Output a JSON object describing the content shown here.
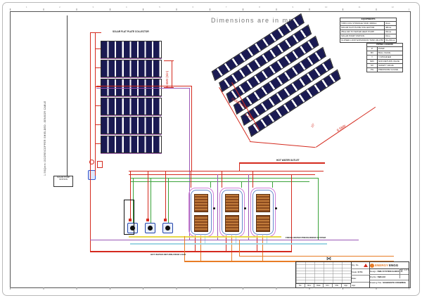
{
  "page": {
    "note": "Dimensions  are  in  mm."
  },
  "frame": {
    "grid_numbers": [
      "1",
      "2",
      "3",
      "4",
      "5",
      "6",
      "7",
      "8",
      "9",
      "10",
      "11",
      "12"
    ]
  },
  "cable_label": "1.5SQmm /2CORE/COPPER SHIELDED -SENSOR CABLE",
  "collector_label": "SOLAR FLAT PLATE COLLECTOR",
  "pump_station_label": "SOLAR PUMP STATION",
  "dimensions": {
    "left_gap": "0.6Mtr (min)",
    "iso_gap": "0.6Mtr(min)",
    "iso_row": "1.3Mtr",
    "iso_angle": "15°",
    "iso_width": "8.5Mtr"
  },
  "labels": {
    "hot_water_outlet": "HOT WATER OUTLET",
    "fresh_water": "FRESH WATER PRESSURIZED SYSTEM",
    "hot_water_return": "HOT WATER RETURN-FROM LOAD"
  },
  "equipment_table": {
    "title": "EQUIPMENTS",
    "rows": [
      [
        "TWIN COIL STORAGE TANK 3000Ltr.",
        "3nos."
      ],
      [
        "SOLAR FLAT PLATE COLLECTOR",
        "48nos."
      ],
      [
        "25kw AIR TO WATER HEAT PUMP",
        "03nos."
      ],
      [
        "SOLAR PUMP STATION",
        "01no."
      ],
      [
        "CLOSED LOOP EXPANSION TANK 24Ltr/50",
        "03+03nos."
      ]
    ]
  },
  "legend_table": {
    "title": "PIPING  LEGEND",
    "rows": [
      [
        "P",
        "PUMP"
      ],
      [
        "BV",
        "BALL VALVE"
      ],
      [
        "Y",
        "Y-STRAINER"
      ],
      [
        "NRV",
        "NON RETURN VALVE"
      ],
      [
        "SV",
        "SAFETY VALVE"
      ],
      [
        "PG",
        "PRESSURE GUAGE"
      ]
    ]
  },
  "title_block": {
    "company_orange": "ENERGY",
    "company_dark": "ENGG",
    "design_label": "Design:",
    "design_value": "SWH SYSTEM 3x3000 Ltr.",
    "drg_label": "Drg No:",
    "drg_value": "SWH-03",
    "title_label": "Drawing Title:",
    "title_value": "SCHEMATIC DRAWING",
    "qty_label": "Qty. No.",
    "scale_label": "Scale:",
    "scale_value": "N.T.S",
    "date_label": "Date:",
    "app_label": "App:",
    "sheet": "Sht. 1 of 1",
    "rev_headers": [
      "No.",
      "Rev.",
      "Date",
      "Drn.",
      "Chk.",
      "App."
    ]
  },
  "colors": {
    "pipe_red": "#d42a1e",
    "pipe_green": "#3aa33a",
    "pipe_purple": "#9a57b5",
    "pipe_orange": "#e87c26",
    "pipe_cyan": "#9fd4e4",
    "pipe_yellow": "#e6d84a",
    "panel_navy": "#1a1a52",
    "tank_magenta": "#cf7fd8",
    "tank_blue": "#6688cc",
    "coil_brown": "#8a4a1e",
    "logo_orange": "#e87c26"
  }
}
